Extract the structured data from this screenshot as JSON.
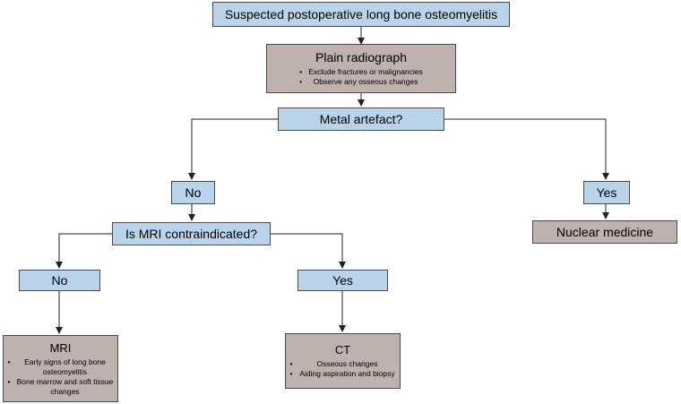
{
  "nodes": {
    "start": {
      "title": "Suspected postoperative long bone osteomyelitis"
    },
    "radiograph": {
      "title": "Plain radiograph",
      "bullets": [
        "Exclude fractures or malignancies",
        "Observe any osseous changes"
      ]
    },
    "metal": {
      "title": "Metal artefact?"
    },
    "no1": {
      "title": "No"
    },
    "yes1": {
      "title": "Yes"
    },
    "nuclear": {
      "title": "Nuclear medicine"
    },
    "mri_q": {
      "title": "Is MRI contraindicated?"
    },
    "no2": {
      "title": "No"
    },
    "yes2": {
      "title": "Yes"
    },
    "mri": {
      "title": "MRI",
      "bullets": [
        "Early signs of long bone osteomyelitis",
        "Bone marrow and soft tissue changes"
      ]
    },
    "ct": {
      "title": "CT",
      "bullets": [
        "Osseous changes",
        "Aiding aspiration and biopsy"
      ]
    }
  },
  "colors": {
    "question_fill": "#b8d3ea",
    "action_fill": "#bfb2ae",
    "border": "#4a4a4a",
    "arrow": "#222222"
  }
}
